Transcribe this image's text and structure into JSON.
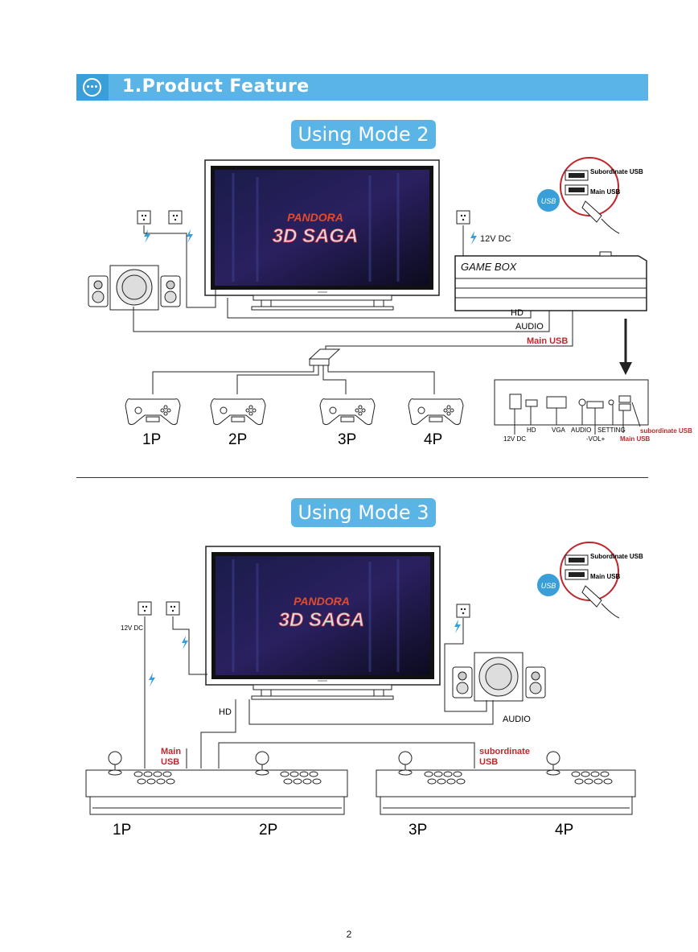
{
  "header": {
    "title": "1.Product Feature",
    "icon": "chat-bubble-dots-icon"
  },
  "mode2": {
    "title": "Using Mode 2",
    "tv_logo": {
      "line1": "PANDORA",
      "line2": "3D SAGA"
    },
    "game_box_label": "GAME BOX",
    "power_label": "12V DC",
    "cable_labels": {
      "hd": "HD",
      "audio": "AUDIO",
      "main_usb": "Main USB"
    },
    "usb_callout": {
      "subordinate": "Subordinate USB",
      "main": "Main USB",
      "badge": "USB"
    },
    "players": [
      "1P",
      "2P",
      "3P",
      "4P"
    ],
    "ports": {
      "dc": "12V DC",
      "hd": "HD",
      "vga": "VGA",
      "audio": "AUDIO",
      "vol": "-VOL+",
      "setting": "SETTING",
      "main_usb": "Main USB",
      "subordinate_usb": "subordinate USB"
    }
  },
  "mode3": {
    "title": "Using Mode 3",
    "tv_logo": {
      "line1": "PANDORA",
      "line2": "3D SAGA"
    },
    "power_label": "12V DC",
    "cable_labels": {
      "hd": "HD",
      "audio": "AUDIO",
      "main_usb": "Main USB",
      "subordinate_usb": "subordinate USB"
    },
    "usb_callout": {
      "subordinate": "Subordinate USB",
      "main": "Main USB",
      "badge": "USB"
    },
    "players": [
      "1P",
      "2P",
      "3P",
      "4P"
    ]
  },
  "page_number": "2",
  "colors": {
    "accent_blue": "#5ab4e6",
    "label_red": "#c0272d"
  }
}
